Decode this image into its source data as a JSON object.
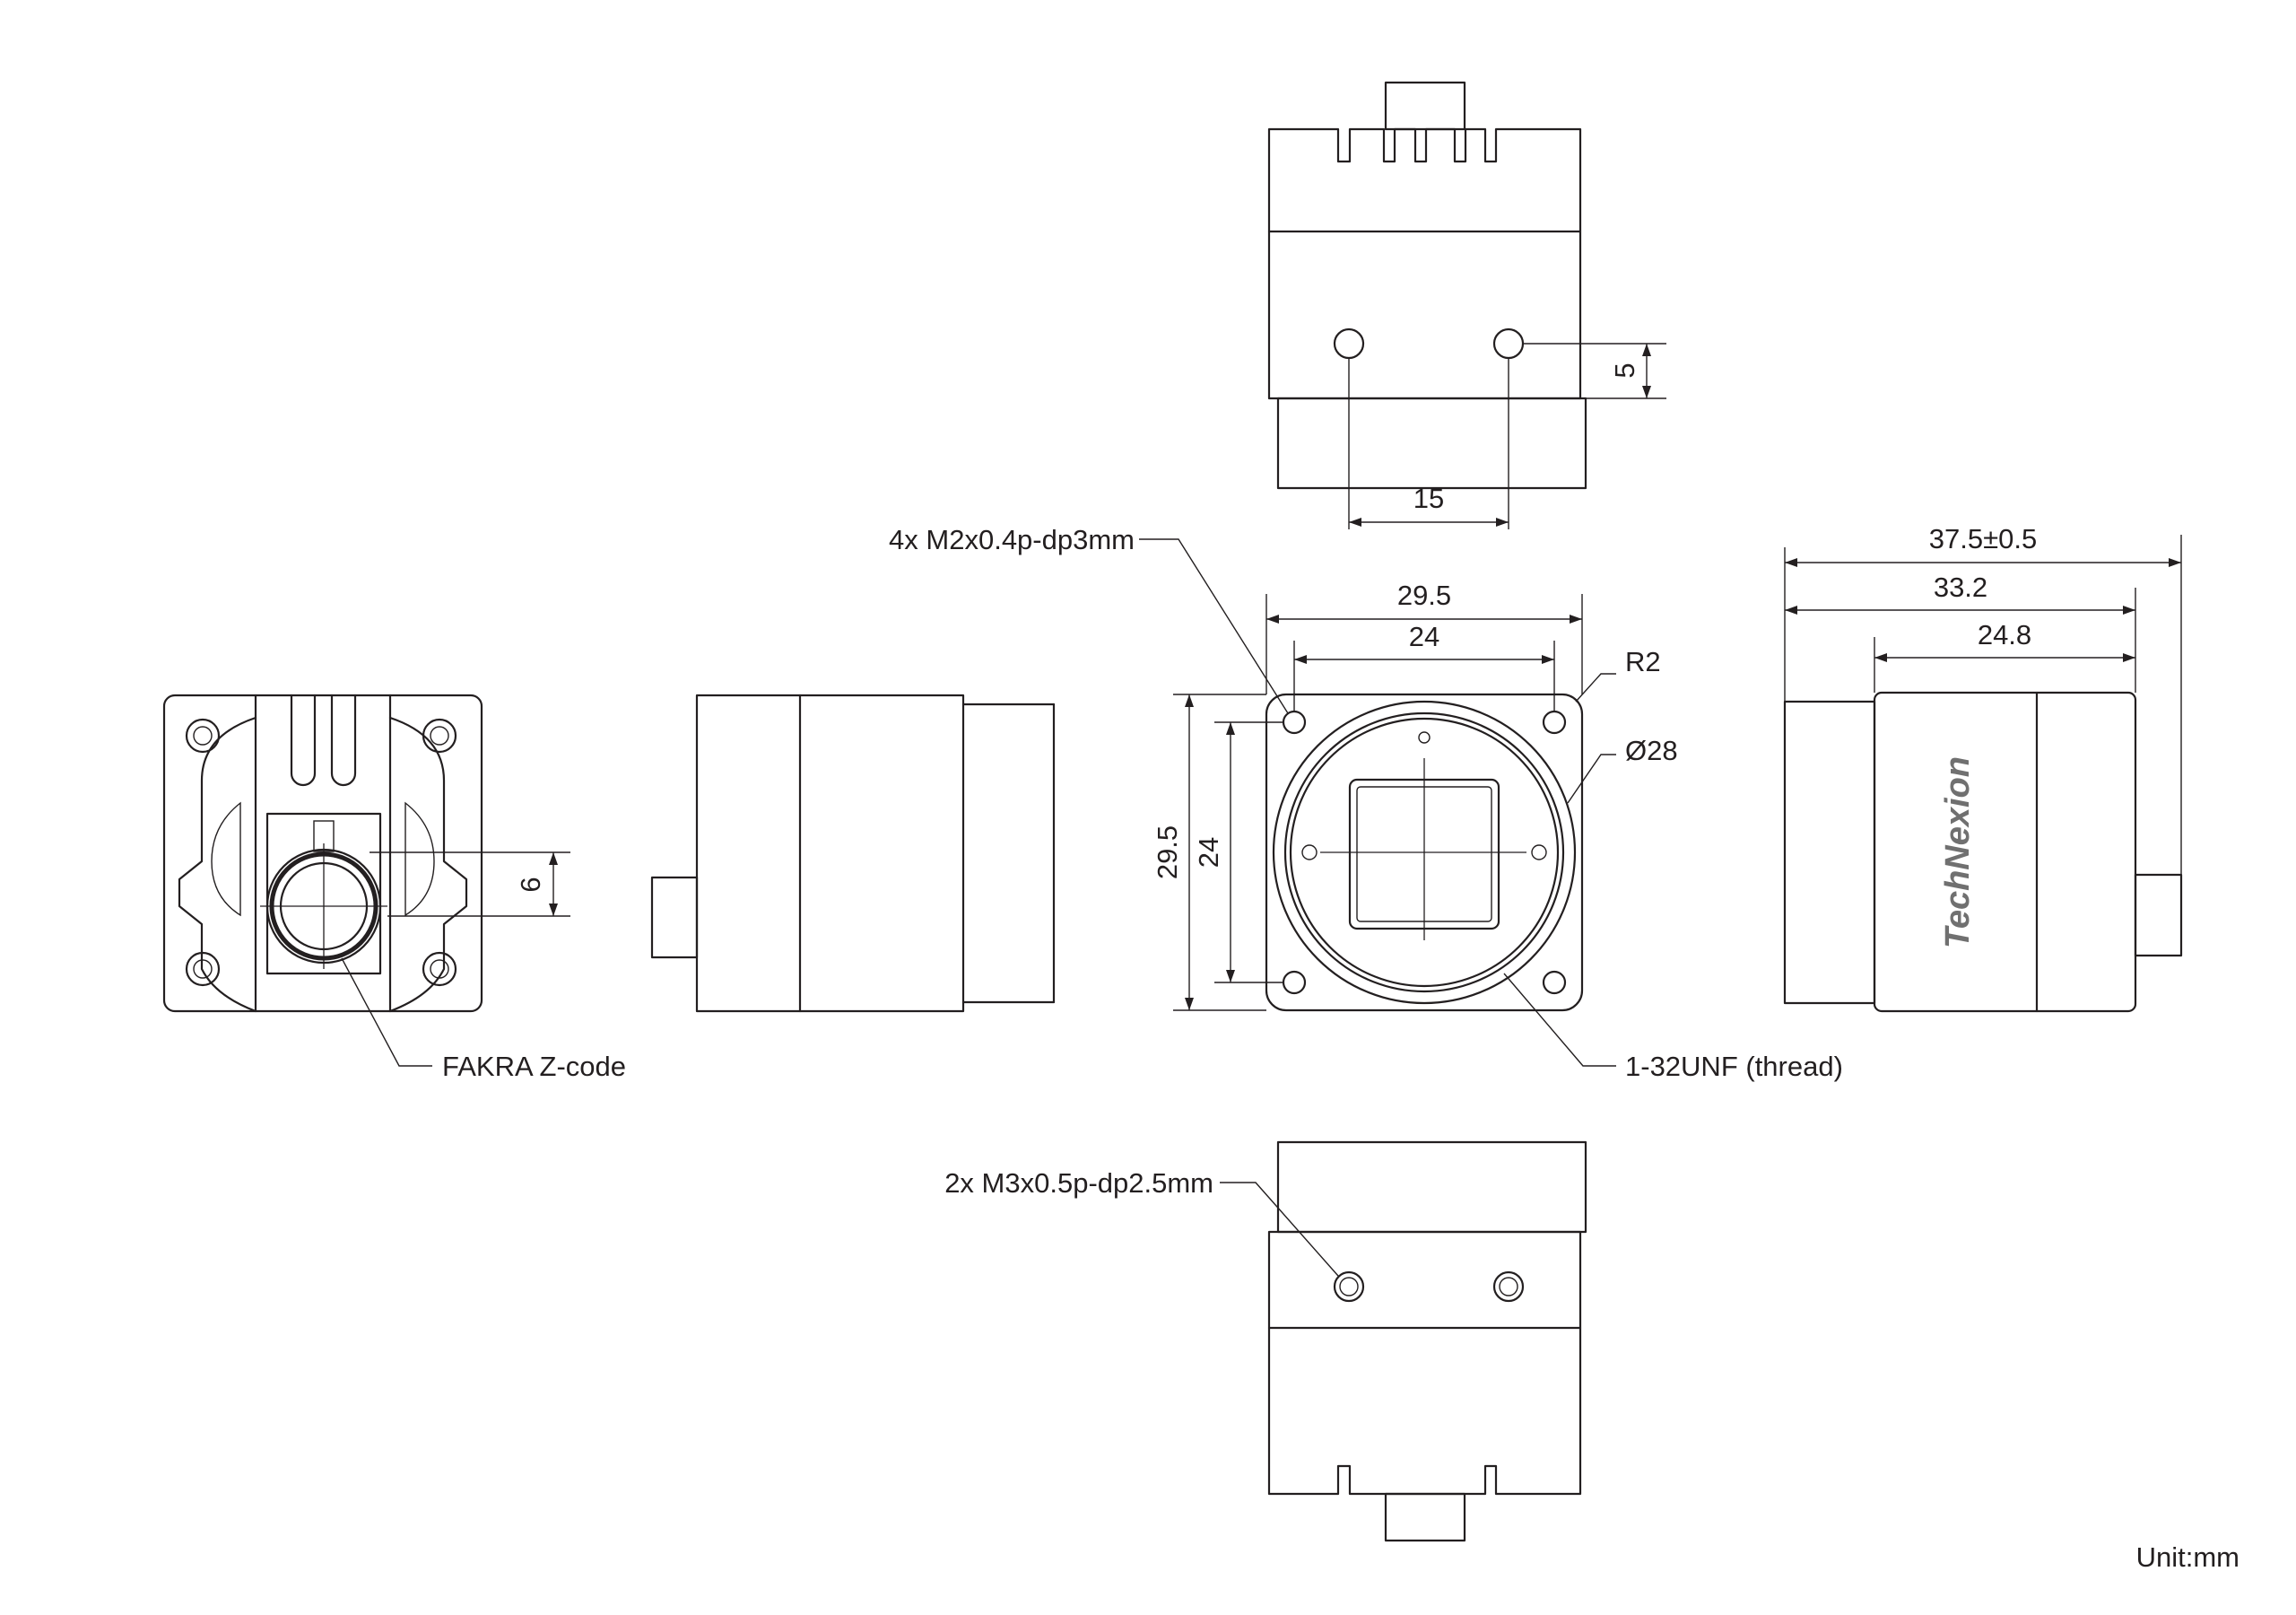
{
  "notes": {
    "top_holes": "4x M2x0.4p-dp3mm",
    "bottom_holes": "2x M3x0.5p-dp2.5mm",
    "connector": "FAKRA Z-code",
    "thread": "1-32UNF (thread)",
    "corner_radius": "R2",
    "diameter": "Ø28"
  },
  "dimensions": {
    "top_hole_spacing": "15",
    "top_hole_offset": "5",
    "front_width_outer": "29.5",
    "front_width_inner": "24",
    "front_height_outer": "29.5",
    "front_height_inner": "24",
    "side_total_length": "37.5±0.5",
    "side_body_length": "33.2",
    "side_housing_length": "24.8",
    "connector_offset": "6"
  },
  "brand_logo": "TechNexion",
  "unit_label": "Unit:mm"
}
